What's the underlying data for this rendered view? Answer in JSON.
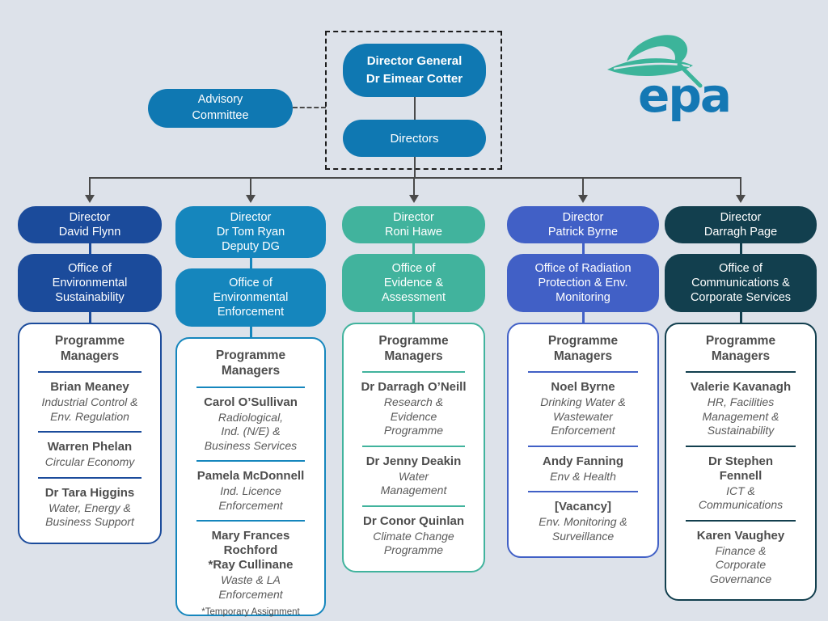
{
  "colors": {
    "background": "#dde2ea",
    "top_blue": "#0f78b2",
    "connector_gray": "#4a4a4a",
    "logo_teal": "#3cb49a",
    "logo_blue": "#1478b4"
  },
  "top": {
    "director_general": "Director General\nDr Eimear Cotter",
    "directors": "Directors",
    "advisory": "Advisory\nCommittee"
  },
  "logo": {
    "text": "epa",
    "mark": "leaf-swoosh-icon"
  },
  "labels": {
    "programme_managers": "Programme\nManagers"
  },
  "footnote": "*Temporary Assignment",
  "columns": [
    {
      "accent": "#1b4b9b",
      "director": "Director\nDavid Flynn",
      "office": "Office of\nEnvironmental\nSustainability",
      "managers": [
        {
          "name": "Brian Meaney",
          "role": "Industrial Control &\nEnv. Regulation"
        },
        {
          "name": "Warren Phelan",
          "role": "Circular Economy"
        },
        {
          "name": "Dr Tara Higgins",
          "role": "Water, Energy &\nBusiness Support"
        }
      ]
    },
    {
      "accent": "#1586bd",
      "director": "Director\nDr Tom Ryan\nDeputy DG",
      "office": "Office of\nEnvironmental\nEnforcement",
      "managers": [
        {
          "name": "Carol O’Sullivan",
          "role": "Radiological,\nInd. (N/E) &\nBusiness Services"
        },
        {
          "name": "Pamela McDonnell",
          "role": "Ind. Licence\nEnforcement"
        },
        {
          "name": "Mary Frances\nRochford\n*Ray Cullinane",
          "role": "Waste & LA\nEnforcement"
        }
      ]
    },
    {
      "accent": "#41b39d",
      "director": "Director\nRoni Hawe",
      "office": "Office of\nEvidence &\nAssessment",
      "managers": [
        {
          "name": "Dr Darragh O’Neill",
          "role": "Research &\nEvidence\nProgramme"
        },
        {
          "name": "Dr Jenny Deakin",
          "role": "Water\nManagement"
        },
        {
          "name": "Dr Conor Quinlan",
          "role": "Climate Change\nProgramme"
        }
      ]
    },
    {
      "accent": "#4160c6",
      "director": "Director\nPatrick Byrne",
      "office": "Office of Radiation\nProtection & Env.\nMonitoring",
      "managers": [
        {
          "name": "Noel Byrne",
          "role": "Drinking Water &\nWastewater\nEnforcement"
        },
        {
          "name": "Andy Fanning",
          "role": "Env & Health"
        },
        {
          "name": "[Vacancy]",
          "role": "Env. Monitoring &\nSurveillance"
        }
      ]
    },
    {
      "accent": "#123f4e",
      "director": "Director\nDarragh Page",
      "office": "Office of\nCommunications &\nCorporate Services",
      "managers": [
        {
          "name": "Valerie Kavanagh",
          "role": "HR, Facilities\nManagement &\nSustainability"
        },
        {
          "name": "Dr Stephen\nFennell",
          "role": "ICT &\nCommunications"
        },
        {
          "name": "Karen Vaughey",
          "role": "Finance &\nCorporate\nGovernance"
        }
      ]
    }
  ]
}
